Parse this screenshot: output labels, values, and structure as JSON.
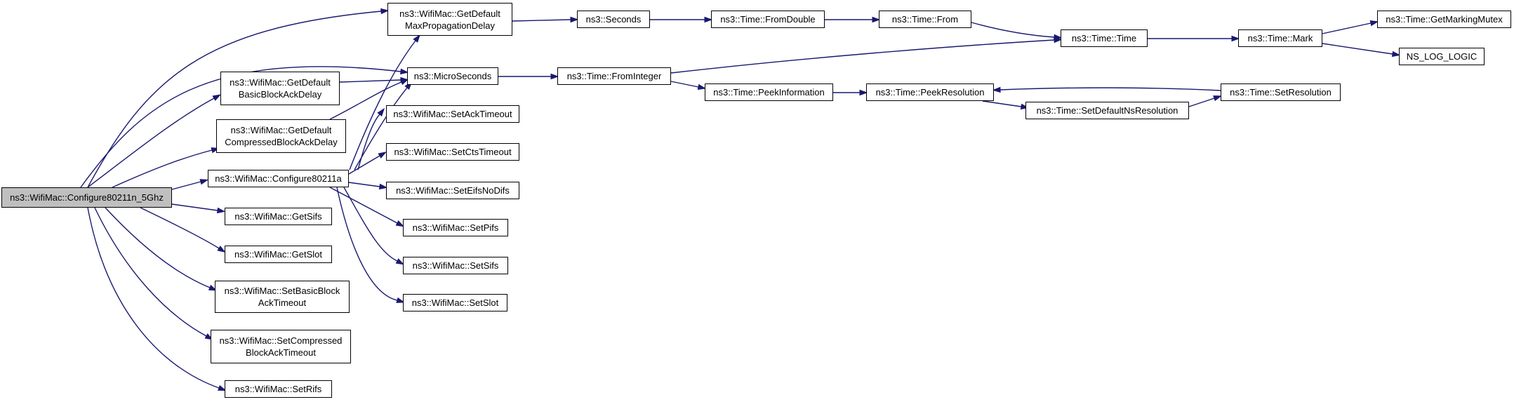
{
  "diagram": {
    "nodes": [
      {
        "id": "root",
        "lines": [
          "ns3::WifiMac::Configure80211n_5Ghz"
        ],
        "highlighted": true
      },
      {
        "id": "getMaxProp",
        "lines": [
          "ns3::WifiMac::GetDefault",
          "MaxPropagationDelay"
        ]
      },
      {
        "id": "seconds",
        "lines": [
          "ns3::Seconds"
        ]
      },
      {
        "id": "fromDouble",
        "lines": [
          "ns3::Time::FromDouble"
        ]
      },
      {
        "id": "from",
        "lines": [
          "ns3::Time::From"
        ]
      },
      {
        "id": "timeTime",
        "lines": [
          "ns3::Time::Time"
        ]
      },
      {
        "id": "mark",
        "lines": [
          "ns3::Time::Mark"
        ]
      },
      {
        "id": "getMarkingMutex",
        "lines": [
          "ns3::Time::GetMarkingMutex"
        ]
      },
      {
        "id": "nsLogLogic",
        "lines": [
          "NS_LOG_LOGIC"
        ]
      },
      {
        "id": "microSeconds",
        "lines": [
          "ns3::MicroSeconds"
        ]
      },
      {
        "id": "fromInteger",
        "lines": [
          "ns3::Time::FromInteger"
        ]
      },
      {
        "id": "peekInformation",
        "lines": [
          "ns3::Time::PeekInformation"
        ]
      },
      {
        "id": "peekResolution",
        "lines": [
          "ns3::Time::PeekResolution"
        ]
      },
      {
        "id": "setResolution",
        "lines": [
          "ns3::Time::SetResolution"
        ]
      },
      {
        "id": "setDefaultNs",
        "lines": [
          "ns3::Time::SetDefaultNsResolution"
        ]
      },
      {
        "id": "getBasicBlockAck",
        "lines": [
          "ns3::WifiMac::GetDefault",
          "BasicBlockAckDelay"
        ]
      },
      {
        "id": "getCompressedBlockAck",
        "lines": [
          "ns3::WifiMac::GetDefault",
          "CompressedBlockAckDelay"
        ]
      },
      {
        "id": "configure80211a",
        "lines": [
          "ns3::WifiMac::Configure80211a"
        ]
      },
      {
        "id": "setAckTimeout",
        "lines": [
          "ns3::WifiMac::SetAckTimeout"
        ]
      },
      {
        "id": "setCtsTimeout",
        "lines": [
          "ns3::WifiMac::SetCtsTimeout"
        ]
      },
      {
        "id": "setEifsNoDifs",
        "lines": [
          "ns3::WifiMac::SetEifsNoDifs"
        ]
      },
      {
        "id": "setPifs",
        "lines": [
          "ns3::WifiMac::SetPifs"
        ]
      },
      {
        "id": "setSifs",
        "lines": [
          "ns3::WifiMac::SetSifs"
        ]
      },
      {
        "id": "setSlot",
        "lines": [
          "ns3::WifiMac::SetSlot"
        ]
      },
      {
        "id": "getSifs",
        "lines": [
          "ns3::WifiMac::GetSifs"
        ]
      },
      {
        "id": "getSlot",
        "lines": [
          "ns3::WifiMac::GetSlot"
        ]
      },
      {
        "id": "setBasicBlockAckTimeout",
        "lines": [
          "ns3::WifiMac::SetBasicBlock",
          "AckTimeout"
        ]
      },
      {
        "id": "setCompressedBlockAckTimeout",
        "lines": [
          "ns3::WifiMac::SetCompressed",
          "BlockAckTimeout"
        ]
      },
      {
        "id": "setRifs",
        "lines": [
          "ns3::WifiMac::SetRifs"
        ]
      }
    ],
    "edges": [
      [
        "root",
        "getMaxProp"
      ],
      [
        "root",
        "microSeconds"
      ],
      [
        "root",
        "getBasicBlockAck"
      ],
      [
        "root",
        "getCompressedBlockAck"
      ],
      [
        "root",
        "configure80211a"
      ],
      [
        "root",
        "getSifs"
      ],
      [
        "root",
        "getSlot"
      ],
      [
        "root",
        "setBasicBlockAckTimeout"
      ],
      [
        "root",
        "setCompressedBlockAckTimeout"
      ],
      [
        "root",
        "setRifs"
      ],
      [
        "getMaxProp",
        "seconds"
      ],
      [
        "seconds",
        "fromDouble"
      ],
      [
        "fromDouble",
        "from"
      ],
      [
        "from",
        "timeTime"
      ],
      [
        "timeTime",
        "mark"
      ],
      [
        "mark",
        "getMarkingMutex"
      ],
      [
        "mark",
        "nsLogLogic"
      ],
      [
        "microSeconds",
        "fromInteger"
      ],
      [
        "fromInteger",
        "timeTime"
      ],
      [
        "fromInteger",
        "peekInformation"
      ],
      [
        "peekInformation",
        "peekResolution"
      ],
      [
        "peekResolution",
        "setDefaultNs"
      ],
      [
        "setDefaultNs",
        "setResolution"
      ],
      [
        "setResolution",
        "peekResolution"
      ],
      [
        "getBasicBlockAck",
        "microSeconds"
      ],
      [
        "getCompressedBlockAck",
        "microSeconds"
      ],
      [
        "configure80211a",
        "getMaxProp"
      ],
      [
        "configure80211a",
        "microSeconds"
      ],
      [
        "configure80211a",
        "setAckTimeout"
      ],
      [
        "configure80211a",
        "setCtsTimeout"
      ],
      [
        "configure80211a",
        "setEifsNoDifs"
      ],
      [
        "configure80211a",
        "setPifs"
      ],
      [
        "configure80211a",
        "setSifs"
      ],
      [
        "configure80211a",
        "setSlot"
      ]
    ],
    "colors": {
      "edge": "#191970",
      "node_border": "#000000",
      "node_fill": "#ffffff",
      "highlighted_fill": "#bfbfbf"
    }
  }
}
